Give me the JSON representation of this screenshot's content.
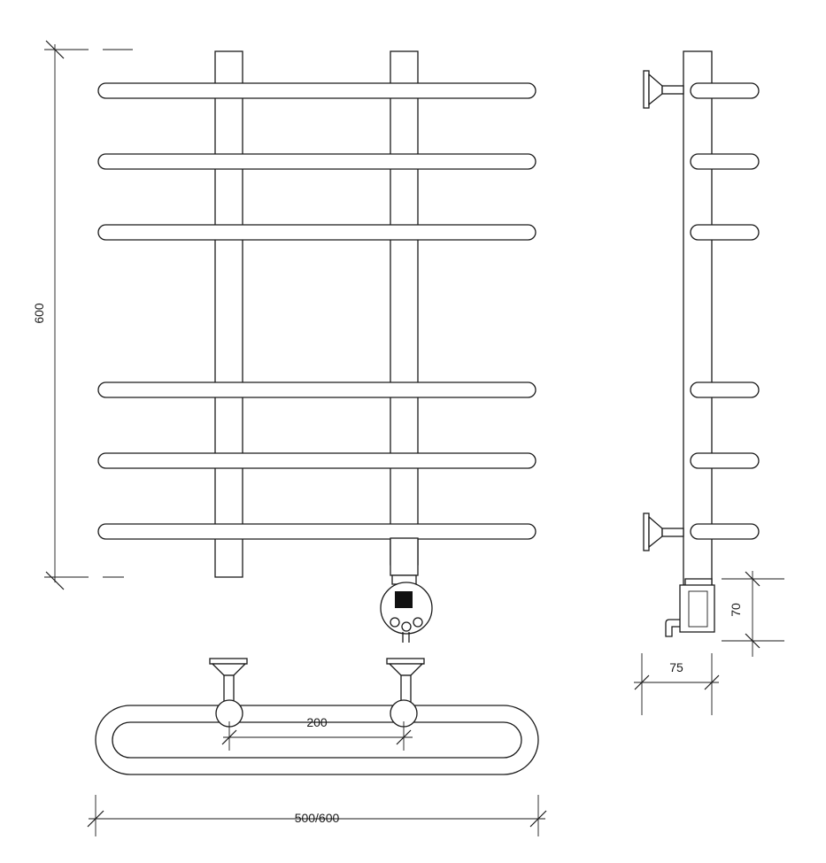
{
  "dimensions": {
    "height": "600",
    "width": "500/600",
    "pipe_spacing": "200",
    "depth": "75",
    "heater_height": "70"
  },
  "views": {
    "front": {
      "rails": 6,
      "risers": 2
    },
    "side": {
      "rails": 6,
      "brackets": 2
    },
    "top": {
      "brackets": 2
    }
  },
  "heater": {
    "buttons": 3
  }
}
